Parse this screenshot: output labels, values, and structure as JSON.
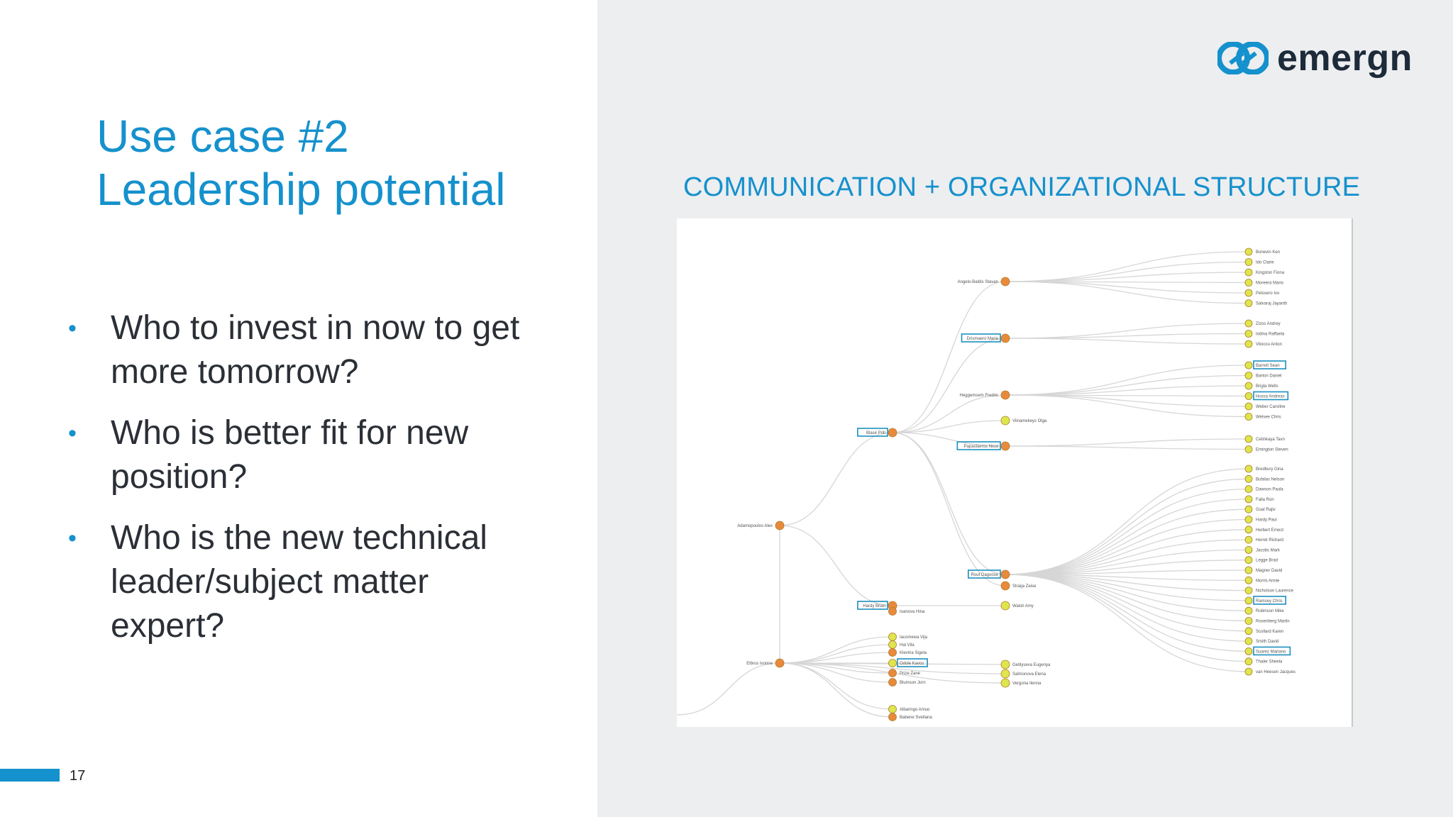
{
  "slide": {
    "title_line1": "Use case #2",
    "title_line2": "Leadership potential",
    "subtitle": "COMMUNICATION + ORGANIZATIONAL STRUCTURE",
    "page_number": "17",
    "logo_text": "emergn"
  },
  "bullets": [
    "Who to invest in now to get more tomorrow?",
    "Who is better fit for new position?",
    "Who is the new technical leader/subject matter expert?"
  ],
  "tree": {
    "root": {
      "label": "Adamopoulos Alex",
      "color": "orange"
    },
    "level1": [
      {
        "label": "Blasé Priti",
        "color": "orange",
        "highlight": true
      },
      {
        "label": "Hardy Brian",
        "color": "orange",
        "highlight": true
      },
      {
        "label": "Elbrus Ivonne",
        "color": "orange",
        "highlight": false
      }
    ],
    "level2": [
      {
        "label": "Angelo-Baldis Stavan",
        "color": "orange",
        "highlight": false
      },
      {
        "label": "Drismaero Maria",
        "color": "orange",
        "highlight": true
      },
      {
        "label": "Heggemsem Fredric",
        "color": "orange",
        "highlight": false
      },
      {
        "label": "Viinamekeys Olga",
        "color": "yellow",
        "highlight": false
      },
      {
        "label": "Papastavros Nicol",
        "color": "orange",
        "highlight": true
      },
      {
        "label": "Rout Dagoose",
        "color": "orange",
        "highlight": true
      },
      {
        "label": "Straija Zeise",
        "color": "orange",
        "highlight": false
      },
      {
        "label": "Walsh Amy",
        "color": "yellow",
        "highlight": false
      },
      {
        "label": "Ioanova Hina",
        "color": "orange",
        "highlight": false
      },
      {
        "label": "Iacomewa Vija",
        "color": "yellow",
        "highlight": false
      },
      {
        "label": "Hal Vila",
        "color": "yellow",
        "highlight": false
      },
      {
        "label": "Kleviria Sigela",
        "color": "orange",
        "highlight": false
      },
      {
        "label": "Odole Kavos",
        "color": "yellow",
        "highlight": true
      },
      {
        "label": "Prize Zane",
        "color": "orange",
        "highlight": false
      },
      {
        "label": "Blumson Jorn",
        "color": "orange",
        "highlight": false
      },
      {
        "label": "Albaringo Amuo",
        "color": "yellow",
        "highlight": false
      },
      {
        "label": "Babene Svetlana",
        "color": "orange",
        "highlight": false
      },
      {
        "label": "Getilyseva Eugenya",
        "color": "yellow",
        "highlight": false
      },
      {
        "label": "Salmonova Elena",
        "color": "yellow",
        "highlight": false
      },
      {
        "label": "Vergona Ilenna",
        "color": "yellow",
        "highlight": false
      }
    ],
    "leaves_group1": [
      "Bonevin Ken",
      "Ido Clarie",
      "Kingston Fiona",
      "Moreera Mario",
      "Pelosero Ivo",
      "Salvaraj Jayanth"
    ],
    "leaves_group2": [
      "Zizos Andrey",
      "Iodina Raffaela",
      "Vitocou Anton"
    ],
    "leaves_group3": [
      "Barrett Sean",
      "Barton Daniel",
      "Brigla Wells",
      "Hussa Andreas",
      "Weber Caroline",
      "Welsee Chris"
    ],
    "leaves_group4": [
      "Cetinkaya Tavn",
      "Emington Steven"
    ],
    "leaves_group5": [
      "Bredbury Gina",
      "Bufalas Nelson",
      "Dawson Paula",
      "Falla Ron",
      "Gual Rajiv",
      "Hardy Paul",
      "Herbert Ernest",
      "Herret Richard",
      "Jacobs Mark",
      "Legge Brad",
      "Magner David",
      "Morris Annie",
      "Nicholson Laurence",
      "Ramsey Chris",
      "Robinson Mike",
      "Rosenberg Martin",
      "Scollard Karen",
      "Smith David",
      "Suarez Mariano",
      "Thaler Sheela",
      "van Heesen Jacques"
    ],
    "highlighted_leaves": [
      "Barrett Sean",
      "Hussa Andreas",
      "Ramsey Chris",
      "Suarez Mariano"
    ]
  },
  "colors": {
    "accent": "#1591cd",
    "node_orange": "#e88a3c",
    "node_yellow": "#dde64d",
    "edge": "#d6d6d6",
    "highlight_box": "#1c8fbf"
  }
}
